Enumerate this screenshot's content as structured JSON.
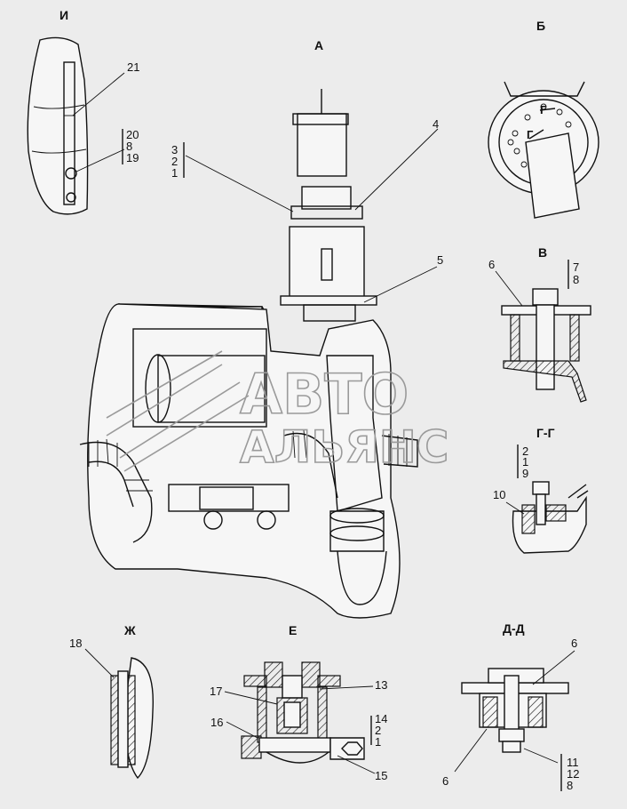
{
  "views": {
    "i": "И",
    "a": "А",
    "b": "Б",
    "v": "В",
    "gg": "Г-Г",
    "zh": "Ж",
    "e": "Е",
    "dd": "Д-Д",
    "g_arrow": "Г"
  },
  "callouts": {
    "i": [
      "21",
      "20",
      "8",
      "19"
    ],
    "a": [
      "3",
      "2",
      "1",
      "4",
      "5"
    ],
    "v": [
      "6",
      "7",
      "8"
    ],
    "gg": [
      "2",
      "1",
      "9",
      "10"
    ],
    "zh": [
      "18"
    ],
    "e": [
      "17",
      "16",
      "13",
      "14",
      "2",
      "1",
      "15"
    ],
    "dd": [
      "6",
      "6",
      "11",
      "12",
      "8"
    ]
  },
  "watermark": {
    "line1": "АВТО",
    "line2": "АЛЬЯНС"
  }
}
